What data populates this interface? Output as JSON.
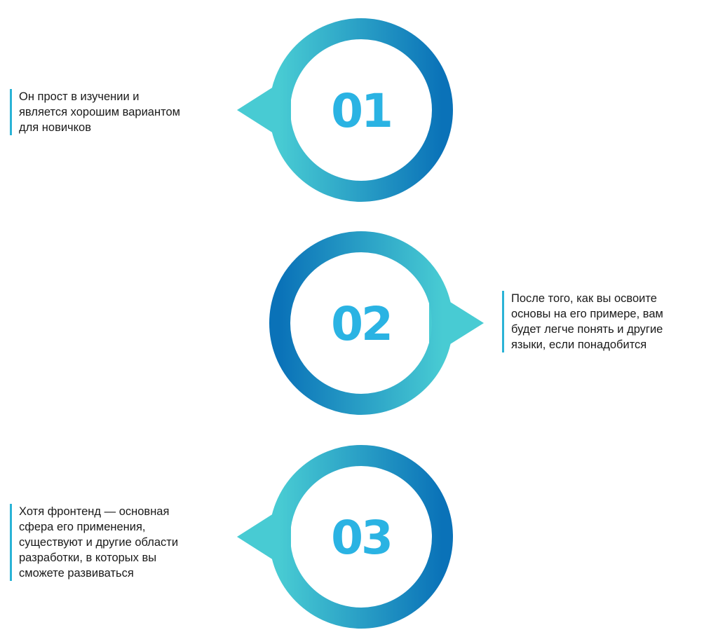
{
  "colors": {
    "accent_light": "#48cbd3",
    "accent_dark": "#0a72b8",
    "number": "#2ab3e3",
    "text_bar": "#2ab3d6",
    "text": "#1a1a1a"
  },
  "steps": [
    {
      "number": "01",
      "pointer_direction": "left",
      "text": "Он прост в изучении и\nявляется хорошим вариантом\nдля новичков"
    },
    {
      "number": "02",
      "pointer_direction": "right",
      "text": "После того, как вы освоите\nосновы на его примере, вам\nбудет легче понять и другие\nязыки, если понадобится"
    },
    {
      "number": "03",
      "pointer_direction": "left",
      "text": "Хотя фронтенд — основная\nсфера его применения,\nсуществуют и другие области\nразработки, в которых вы\nсможете развиваться"
    }
  ]
}
